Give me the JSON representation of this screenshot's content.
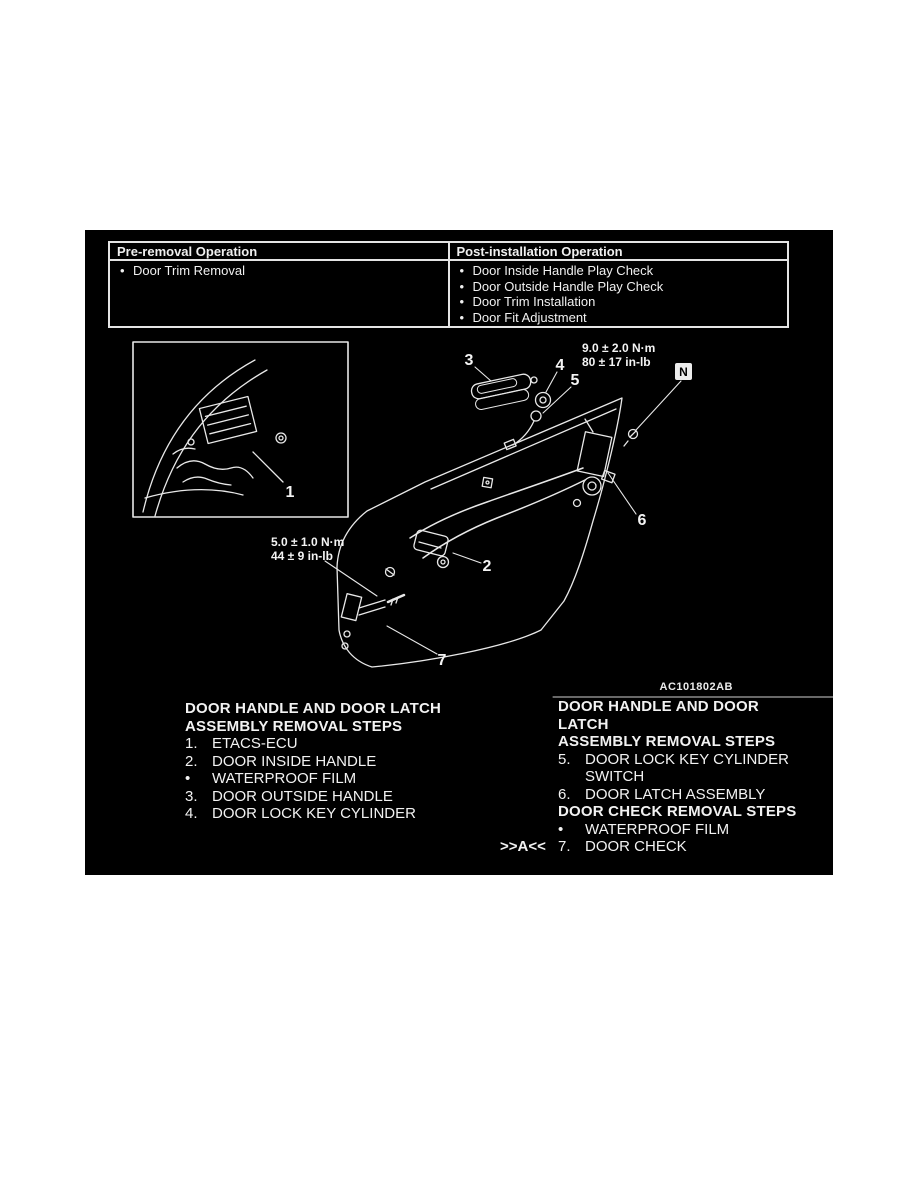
{
  "operations_table": {
    "pre": {
      "header": "Pre-removal Operation",
      "items": [
        "Door Trim Removal"
      ]
    },
    "post": {
      "header": "Post-installation Operation",
      "items": [
        "Door Inside Handle Play Check",
        "Door Outside Handle Play Check",
        "Door Trim Installation",
        "Door Fit Adjustment"
      ]
    }
  },
  "diagram": {
    "callouts": {
      "c1": "1",
      "c2": "2",
      "c3": "3",
      "c4": "4",
      "c5": "5",
      "c6": "6",
      "c7": "7"
    },
    "torque_top": {
      "line1": "9.0 ± 2.0 N·m",
      "line2": "80 ± 17 in-lb"
    },
    "torque_mid": {
      "line1": "5.0 ± 1.0 N·m",
      "line2": "44 ± 9 in-lb"
    },
    "n_badge": "N",
    "figure_code": "AC101802AB"
  },
  "steps_left": {
    "title_line1": "DOOR HANDLE AND DOOR LATCH",
    "title_line2": "ASSEMBLY REMOVAL STEPS",
    "items": [
      {
        "marker": "1.",
        "label": "ETACS-ECU"
      },
      {
        "marker": "2.",
        "label": "DOOR INSIDE HANDLE"
      },
      {
        "marker": "•",
        "label": "WATERPROOF FILM"
      },
      {
        "marker": "3.",
        "label": "DOOR OUTSIDE HANDLE"
      },
      {
        "marker": "4.",
        "label": "DOOR LOCK KEY CYLINDER"
      }
    ]
  },
  "steps_right": {
    "title_line1": "DOOR HANDLE AND DOOR LATCH",
    "title_line2": "ASSEMBLY REMOVAL STEPS",
    "items": [
      {
        "marker": "5.",
        "label": "DOOR LOCK KEY CYLINDER\nSWITCH"
      },
      {
        "marker": "6.",
        "label": "DOOR LATCH ASSEMBLY"
      }
    ],
    "subtitle": "DOOR CHECK REMOVAL STEPS",
    "items2": [
      {
        "marker": "•",
        "label": "WATERPROOF FILM"
      }
    ],
    "final_item": {
      "prefix": ">>A<<",
      "marker": "7.",
      "label": "DOOR CHECK"
    }
  }
}
